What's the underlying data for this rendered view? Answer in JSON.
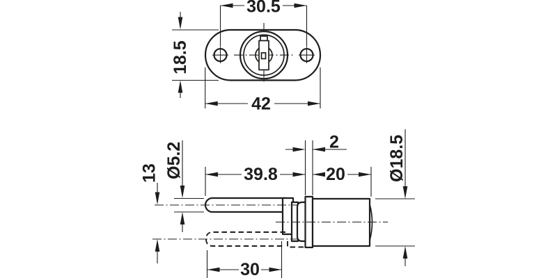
{
  "drawing": {
    "kind": "technical-dimension-drawing",
    "subject": "furniture cam lock cylinder with mounting plate, two orthographic views",
    "colors": {
      "line": "#1d1d1b",
      "background": "#ffffff"
    },
    "top_view": {
      "dim_hole_spacing": "30.5",
      "dim_plate_height": "18.5",
      "dim_plate_width": "42"
    },
    "side_view": {
      "dim_pin_offset": "13",
      "dim_pin_diameter": "Ø5.2",
      "dim_pin_length": "39.8",
      "dim_flange_width": "2",
      "dim_body_length": "20",
      "dim_body_diameter": "Ø18.5",
      "dim_hidden_pin_length": "30"
    }
  }
}
